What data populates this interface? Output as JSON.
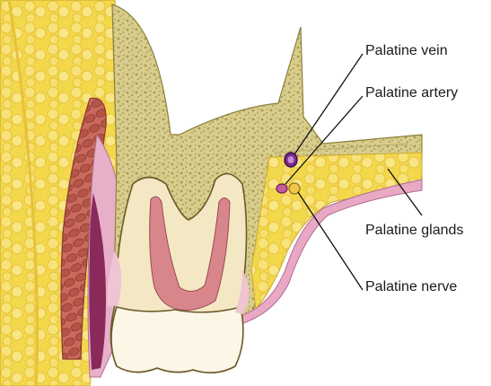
{
  "labels": {
    "palatine_vein": "Palatine vein",
    "palatine_artery": "Palatine artery",
    "palatine_glands": "Palatine glands",
    "palatine_nerve": "Palatine nerve"
  },
  "colors": {
    "fat_yellow": "#f2d44a",
    "bone_tan": "#d9cf92",
    "tooth_cream": "#f4e9c6",
    "pulp_red": "#d8848a",
    "muscle_red": "#b8584e",
    "mucosa_pink": "#e9b3c6",
    "vessel_purple": "#7a2a8c",
    "nerve_yellow": "#f0c64a"
  }
}
